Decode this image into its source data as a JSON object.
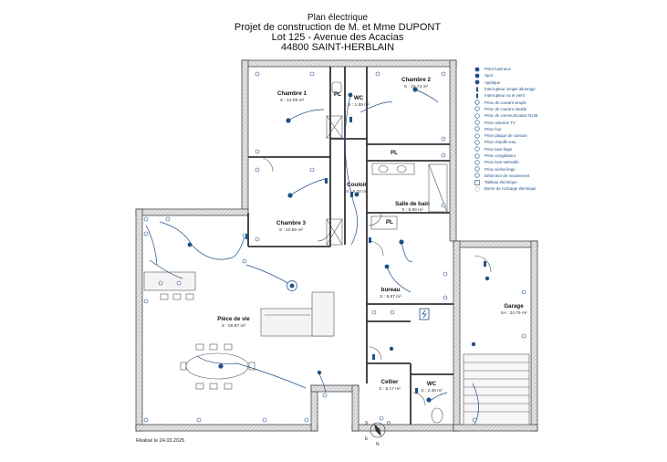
{
  "title": {
    "line1": "Plan électrique",
    "line2": "Projet de construction de M. et Mme DUPONT",
    "line3": "Lot 125 - Avenue des Acacias",
    "line4": "44800 SAINT-HERBLAIN"
  },
  "rooms": {
    "chambre1": {
      "name": "Chambre 1",
      "area": "S : 12.09 m²"
    },
    "wc1": {
      "name": "WC",
      "area": "S : 1.69 m²"
    },
    "chambre2": {
      "name": "Chambre 2",
      "area": "S : 10.74 m²"
    },
    "couloir": {
      "name": "Couloir",
      "area": "S : 5.32 m²"
    },
    "chambre3": {
      "name": "Chambre 3",
      "area": "S : 10.80 m²"
    },
    "sdb": {
      "name": "Salle de bain",
      "area": "S : 6.90 m²"
    },
    "bureau": {
      "name": "bureau",
      "area": "S : 9.87 m²"
    },
    "garage": {
      "name": "Garage",
      "area": "SA : 24.79 m²"
    },
    "piece_de_vie": {
      "name": "Pièce de vie",
      "area": "S : 59.87 m²"
    },
    "cellier": {
      "name": "Cellier",
      "area": "S : 5.17 m²"
    },
    "wc2": {
      "name": "WC",
      "area": "S : 2.38 m²"
    }
  },
  "closet_label": "PL",
  "legend": [
    {
      "icon": "point-lumineux-icon",
      "label": "Point lumineux"
    },
    {
      "icon": "spot-icon",
      "label": "Spot"
    },
    {
      "icon": "applique-icon",
      "label": "Applique"
    },
    {
      "icon": "interrupteur-simple-icon",
      "label": "Interrupteur simple allumage"
    },
    {
      "icon": "interrupteur-va-et-vient-icon",
      "label": "Interrupteur va et vient"
    },
    {
      "icon": "prise-simple-icon",
      "label": "Prise de courant simple"
    },
    {
      "icon": "prise-double-icon",
      "label": "Prise de courant double"
    },
    {
      "icon": "prise-rj45-icon",
      "label": "Prise de communication RJ45"
    },
    {
      "icon": "prise-antenne-icon",
      "label": "Prise antenne TV"
    },
    {
      "icon": "prise-four-icon",
      "label": "Prise four"
    },
    {
      "icon": "prise-plaque-icon",
      "label": "Prise plaque de cuisson"
    },
    {
      "icon": "prise-chauffe-eau-icon",
      "label": "Prise chauffe-eau"
    },
    {
      "icon": "prise-lave-linge-icon",
      "label": "Prise lave-linge"
    },
    {
      "icon": "prise-congelateur-icon",
      "label": "Prise congélateur"
    },
    {
      "icon": "prise-lave-vaisselle-icon",
      "label": "Prise lave-vaisselle"
    },
    {
      "icon": "prise-seche-linge-icon",
      "label": "Prise sèche-linge"
    },
    {
      "icon": "detecteur-mouvement-icon",
      "label": "Détecteur de mouvement"
    },
    {
      "icon": "tableau-electrique-icon",
      "label": "Tableau électrique"
    },
    {
      "icon": "borne-recharge-icon",
      "label": "Borne de recharge électrique"
    }
  ],
  "footer": "Réalisé le 24.03.2025",
  "colors": {
    "wire": "#1f4f86",
    "wall": "#333333",
    "wall_fill": "#c8c8c8",
    "symbol": "#1f4f86"
  }
}
